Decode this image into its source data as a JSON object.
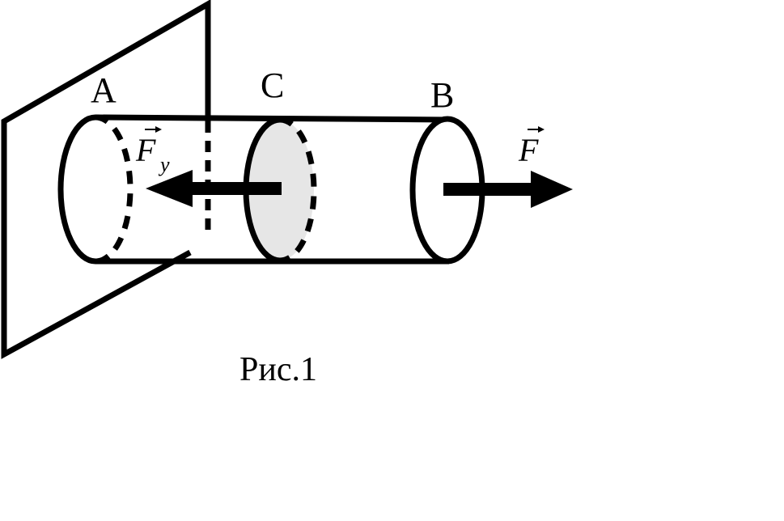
{
  "diagram": {
    "points": {
      "a": "A",
      "c": "C",
      "b": "B"
    },
    "forces": {
      "elastic": {
        "symbol": "F",
        "subscript": "y"
      },
      "applied": {
        "symbol": "F"
      }
    },
    "caption": "Рис.1",
    "colors": {
      "stroke": "#000000",
      "section_fill": "#e6e6e6",
      "background": "#ffffff"
    }
  }
}
